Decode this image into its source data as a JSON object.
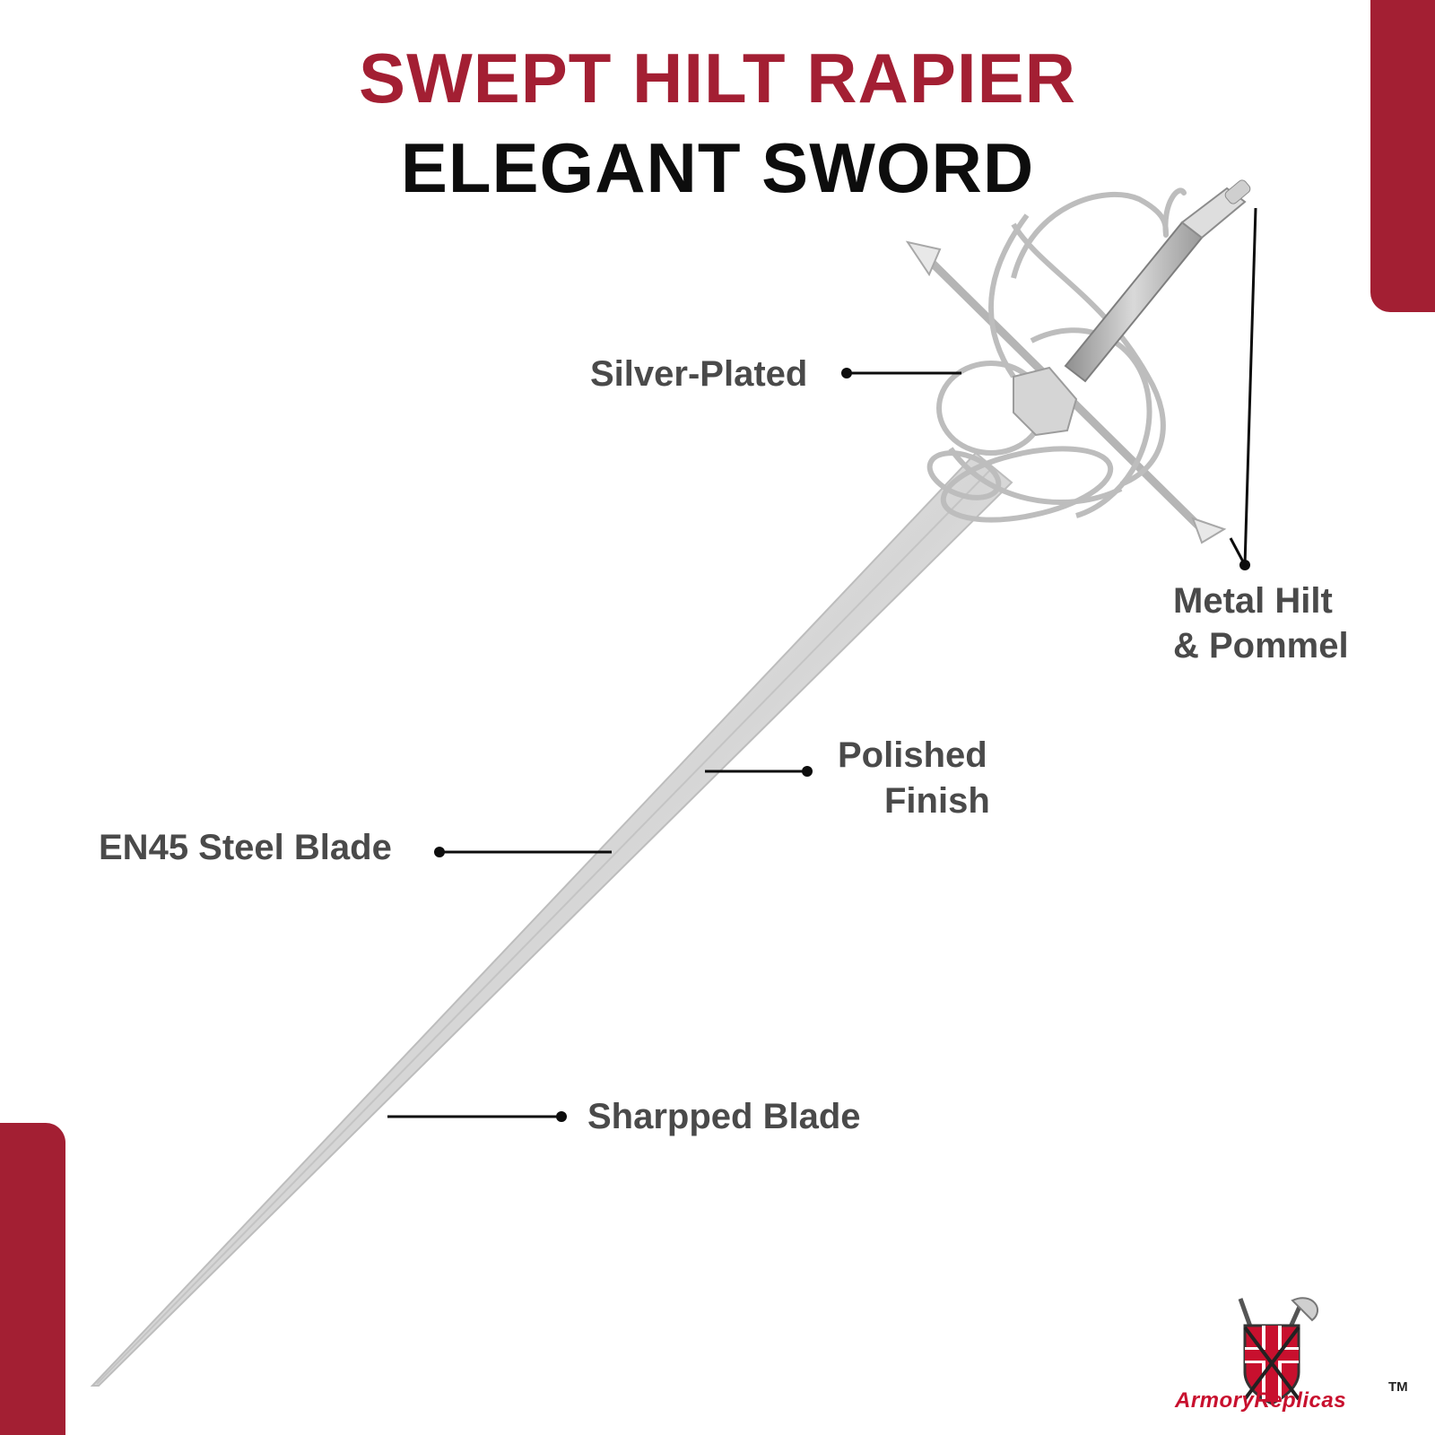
{
  "colors": {
    "accent": "#a31f33",
    "label": "#4a4a4a",
    "line": "#0d0d0d"
  },
  "title": {
    "line1": "SWEPT HILT RAPIER",
    "line2": "ELEGANT SWORD"
  },
  "callouts": {
    "silver_plated": "Silver-Plated",
    "metal_hilt_line1": "Metal Hilt",
    "metal_hilt_line2": "& Pommel",
    "polished_line1": "Polished",
    "polished_line2": "Finish",
    "steel_blade": "EN45 Steel Blade",
    "sharpped_blade": "Sharpped Blade"
  },
  "brand": {
    "name": "ArmoryReplicas",
    "trademark": "TM",
    "icon": "shield-axe-logo-icon"
  },
  "product_image": {
    "icon": "rapier-sword-icon"
  }
}
